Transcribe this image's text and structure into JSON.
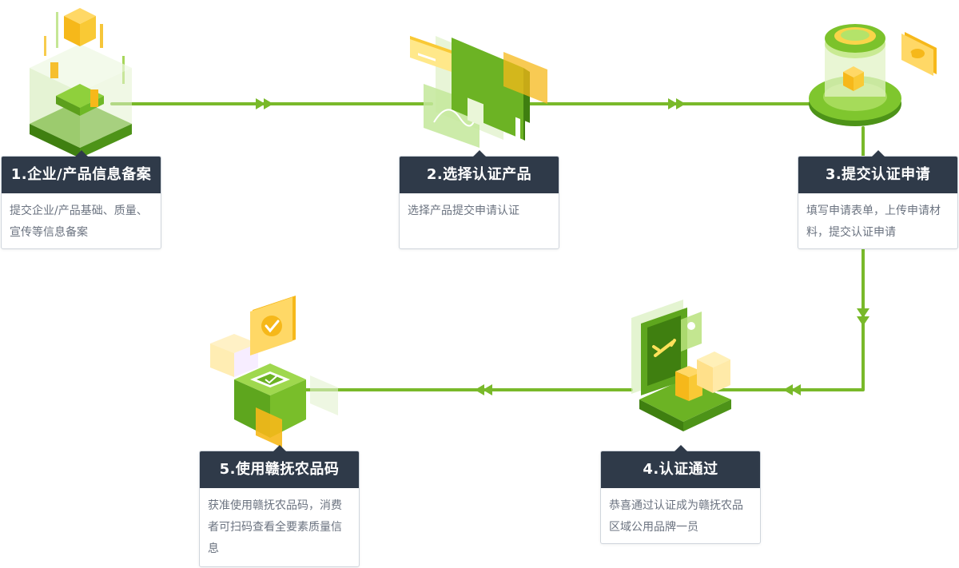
{
  "steps": [
    {
      "title": "1.企业/产品信息备案",
      "desc": "提交企业/产品基础、质量、宣传等信息备案"
    },
    {
      "title": "2.选择认证产品",
      "desc": "选择产品提交申请认证"
    },
    {
      "title": "3.提交认证申请",
      "desc": "填写申请表单，上传申请材料，提交认证申请"
    },
    {
      "title": "4.认证通过",
      "desc": "恭喜通过认证成为赣抚农品区域公用品牌一员"
    },
    {
      "title": "5.使用赣抚农品码",
      "desc": "获准使用赣抚农品码，消费者可扫码查看全要素质量信息"
    }
  ],
  "colors": {
    "line": "#79b92a",
    "header": "#2f3a49",
    "desc": "#6b7380",
    "border": "#cfd5dc",
    "accent": "#f6b81a"
  }
}
